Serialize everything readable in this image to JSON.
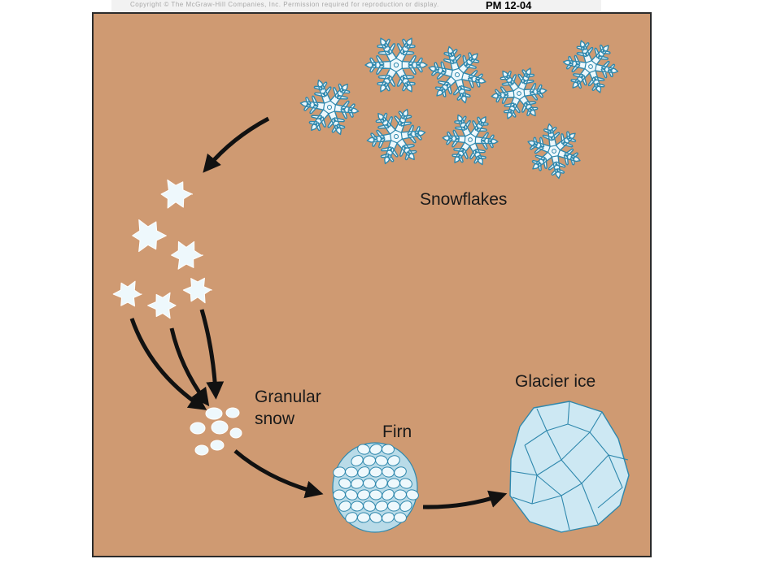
{
  "header": {
    "code": "PM 12-04",
    "faint_text": "Copyright © The McGraw-Hill Companies, Inc. Permission required for reproduction or display."
  },
  "labels": {
    "snowflakes": "Snowflakes",
    "granular_line1": "Granular",
    "granular_line2": "snow",
    "firn": "Firn",
    "glacier_ice": "Glacier ice"
  },
  "colors": {
    "background": "#cf9a72",
    "border": "#2b2b2b",
    "snow": "#eef8fc",
    "ice_stroke": "#2f88ad",
    "glacier_fill": "#cde8f3",
    "arrow": "#111111"
  }
}
